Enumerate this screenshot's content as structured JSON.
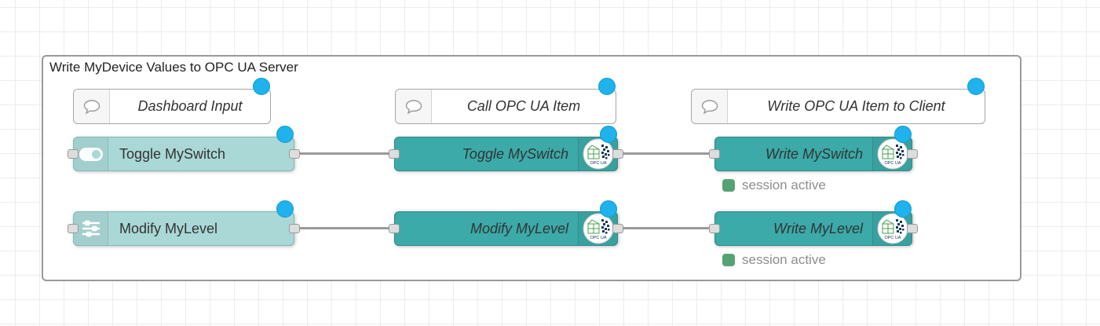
{
  "group": {
    "title": "Write MyDevice Values to OPC UA Server"
  },
  "comments": [
    {
      "label": "Dashboard Input"
    },
    {
      "label": "Call OPC UA Item"
    },
    {
      "label": "Write OPC UA Item to Client"
    }
  ],
  "dashboard_nodes": [
    {
      "label": "Toggle MySwitch",
      "icon": "toggle-switch-icon"
    },
    {
      "label": "Modify MyLevel",
      "icon": "sliders-icon"
    }
  ],
  "opcua_call_nodes": [
    {
      "label": "Toggle MySwitch",
      "icon": "opcua-logo-icon"
    },
    {
      "label": "Modify MyLevel",
      "icon": "opcua-logo-icon"
    }
  ],
  "opcua_write_nodes": [
    {
      "label": "Write MySwitch",
      "icon": "opcua-logo-icon",
      "status": "session active"
    },
    {
      "label": "Write MyLevel",
      "icon": "opcua-logo-icon",
      "status": "session active"
    }
  ],
  "opcua_badge_text": "OPC UA",
  "colors": {
    "node_light": "#a9d8d6",
    "node_dark": "#3baaa9",
    "changed_marker_blue": "#1fb2ec",
    "status_green": "#55a373",
    "wire_gray": "#999999",
    "group_border": "#999999"
  }
}
